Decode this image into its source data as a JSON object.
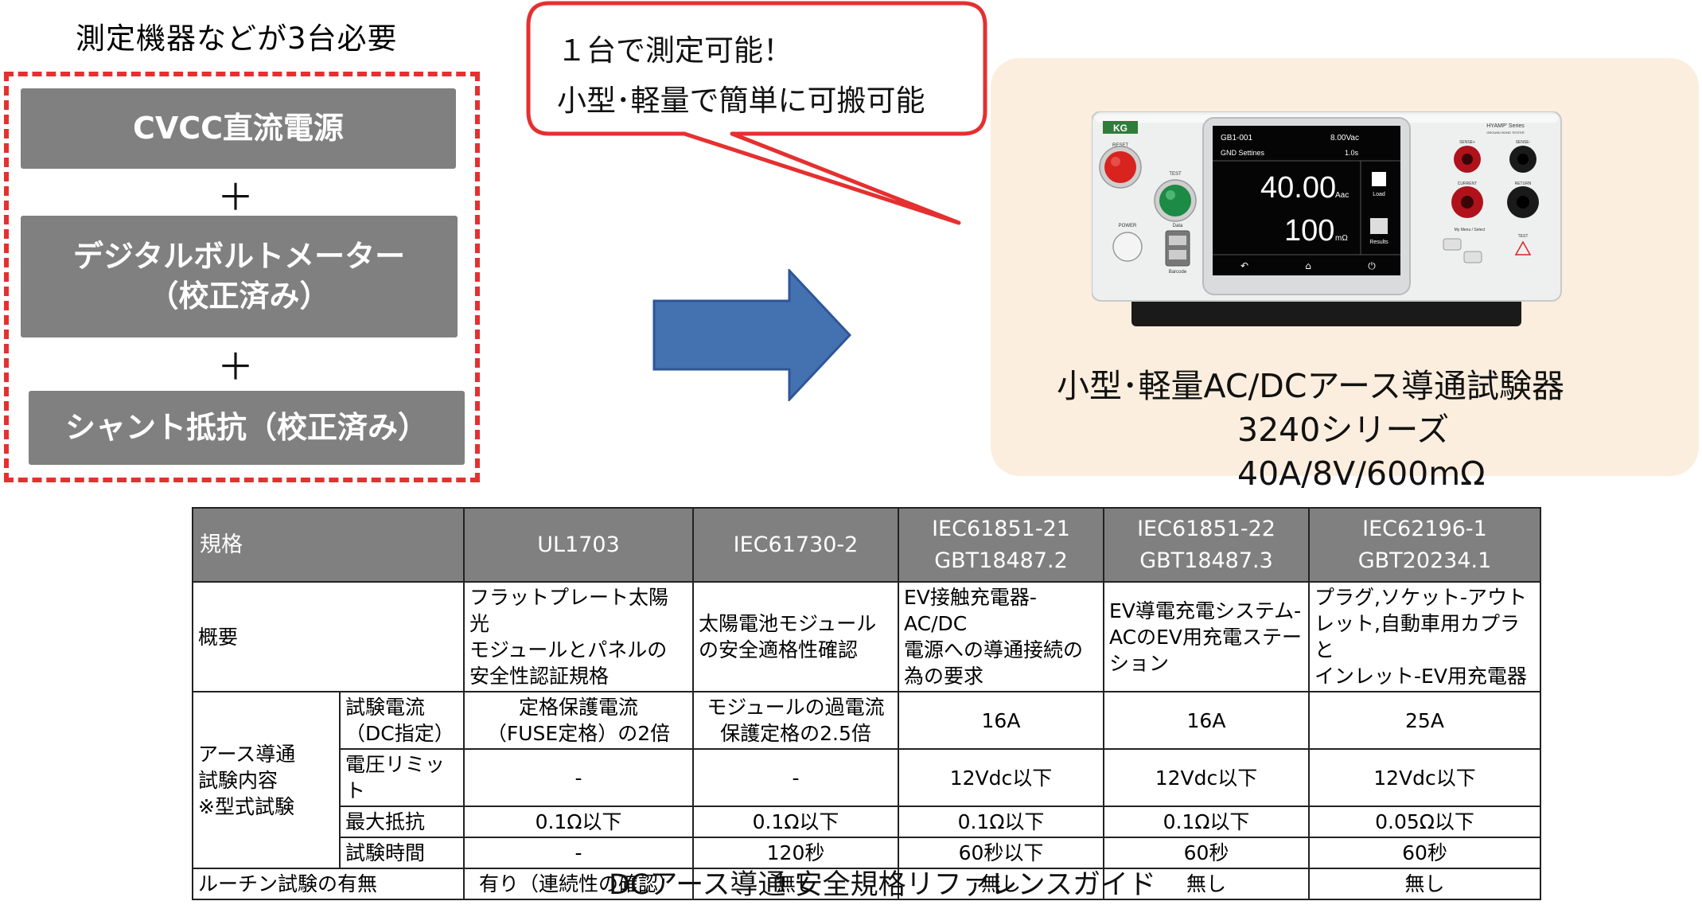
{
  "left": {
    "title": "測定機器などが3台必要",
    "blocks": [
      {
        "line1": "CVCC直流電源",
        "line2": ""
      },
      {
        "line1": "デジタルボルトメーター",
        "line2": "（校正済み）"
      },
      {
        "line1": "シャント抵抗（校正済み）",
        "line2": ""
      }
    ],
    "plus": "＋"
  },
  "bubble": {
    "line1": "１台で測定可能！",
    "line2": "小型･軽量で簡単に可搬可能"
  },
  "device": {
    "brand": "KG",
    "series": "HYAMP' Series",
    "series_sub": "GROUND BOND TESTER",
    "reset": "RESET",
    "test": "TEST",
    "power": "POWER",
    "data": "Data",
    "barcode": "Barcode",
    "screen_id": "GB1-001",
    "screen_voltage": "8.00Vac",
    "screen_gnd": "GND  Settines",
    "screen_time": "1.0s",
    "current_value": "40.00",
    "current_unit": "Aac",
    "resistance_value": "100",
    "resistance_unit": "mΩ",
    "load": "Load",
    "results": "Results",
    "sense_plus": "SENSE+",
    "sense_minus": "SENSE-",
    "current_label": "CURRENT",
    "return_label": "RETURN",
    "menu_label": "My Menu / Select",
    "test_label": "TEST"
  },
  "product": {
    "caption_line1": "小型･軽量AC/DCアース導通試験器",
    "caption_line2": "3240シリーズ 40A/8V/600mΩ"
  },
  "table": {
    "header": [
      "規格",
      "UL1703",
      "IEC61730-2",
      "IEC61851-21\nGBT18487.2",
      "IEC61851-22\nGBT18487.3",
      "IEC62196-1\nGBT20234.1"
    ],
    "overview_label": "概要",
    "overview": [
      "フラットプレート太陽光\nモジュールとパネルの\n安全性認証規格",
      "太陽電池モジュール\nの安全適格性確認",
      "EV接触充電器-AC/DC\n電源への導通接続の\n為の要求",
      "EV導電充電システム-\nACのEV用充電ステー\nション",
      "プラグ,ソケット-アウト\nレット,自動車用カプラと\nインレット-EV用充電器"
    ],
    "group_label": "アース導通\n試験内容\n※型式試験",
    "rows": [
      {
        "label": "試験電流\n（DC指定）",
        "cells": [
          "定格保護電流\n（FUSE定格）の2倍",
          "モジュールの過電流\n保護定格の2.5倍",
          "16A",
          "16A",
          "25A"
        ]
      },
      {
        "label": "電圧リミット",
        "cells": [
          "-",
          "-",
          "12Vdc以下",
          "12Vdc以下",
          "12Vdc以下"
        ]
      },
      {
        "label": "最大抵抗",
        "cells": [
          "0.1Ω以下",
          "0.1Ω以下",
          "0.1Ω以下",
          "0.1Ω以下",
          "0.05Ω以下"
        ]
      },
      {
        "label": "試験時間",
        "cells": [
          "-",
          "120秒",
          "60秒以下",
          "60秒",
          "60秒"
        ]
      }
    ],
    "routine_label": "ルーチン試験の有無",
    "routine": [
      "有り（連続性の確認）",
      "無し",
      "無し",
      "無し",
      "無し"
    ],
    "caption": "DCアース導通 安全規格リファレンスガイド"
  },
  "colors": {
    "dashed_border": "#e53030",
    "gray_block": "#808080",
    "arrow_fill": "#4472b0",
    "bubble_border": "#e53030",
    "product_bg": "#fbeede",
    "table_header": "#808080"
  }
}
